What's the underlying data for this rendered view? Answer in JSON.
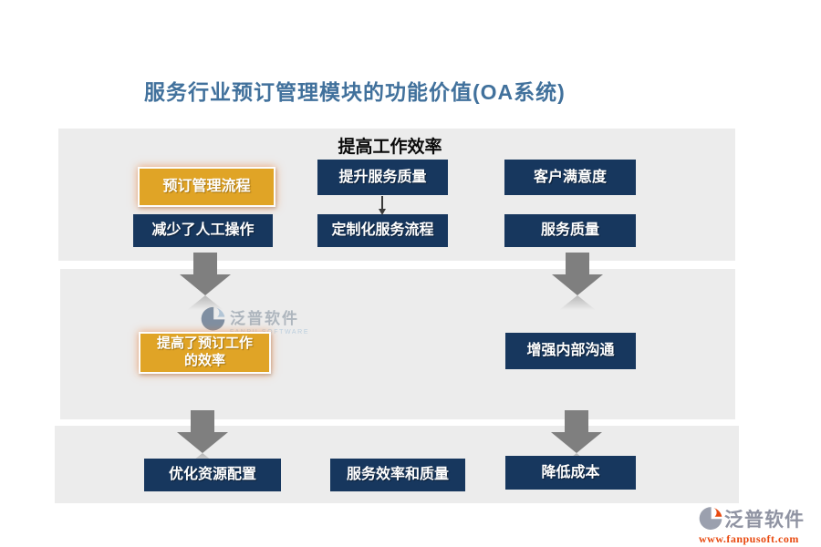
{
  "title": "服务行业预订管理模块的功能价值(OA系统)",
  "colors": {
    "navy": "#17375E",
    "gold": "#E0A426",
    "band": "#ECECEC",
    "arrow": "#7F7F7F",
    "title": "#41719C"
  },
  "band1": {
    "heading": "提高工作效率",
    "col1_top": "预订管理流程",
    "col1_bottom": "减少了人工操作",
    "col2_top": "提升服务质量",
    "col2_bottom": "定制化服务流程",
    "col3_top": "客户满意度",
    "col3_bottom": "服务质量"
  },
  "band2": {
    "left_line1": "提高了预订工作",
    "left_line2": "的效率",
    "right": "增强内部沟通"
  },
  "band3": {
    "items": [
      "优化资源配置",
      "服务效率和质量",
      "降低成本"
    ]
  },
  "watermark": {
    "name": "泛普软件",
    "sub": "FANPU SOFTWARE"
  },
  "logo": {
    "name": "泛普软件",
    "url": "www.fanpusoft.com"
  }
}
